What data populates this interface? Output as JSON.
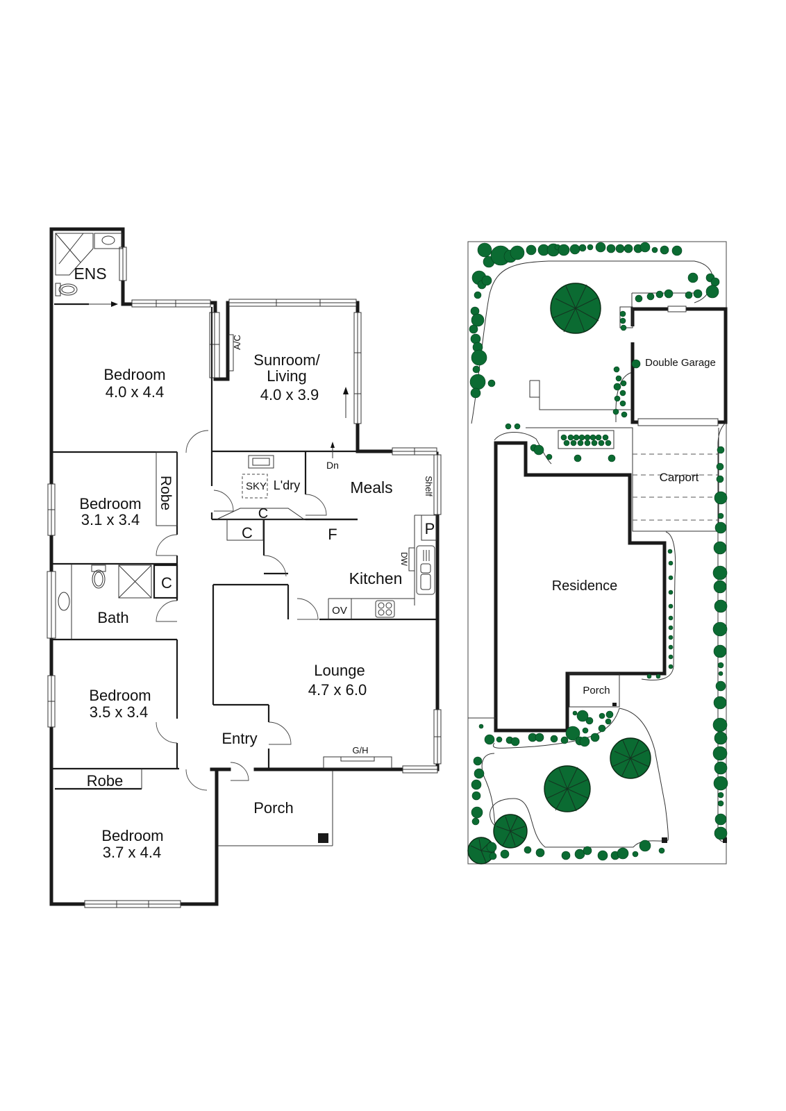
{
  "floor_plan": {
    "rooms": {
      "ensuite": {
        "label": "ENS"
      },
      "bedroom_master": {
        "label": "Bedroom",
        "size": "4.0 x 4.4"
      },
      "sunroom": {
        "label_line1": "Sunroom/",
        "label_line2": "Living",
        "size": "4.0 x 3.9"
      },
      "ac": {
        "label": "A/C"
      },
      "bedroom_2": {
        "label": "Bedroom",
        "size": "3.1 x 3.4"
      },
      "robe_2": {
        "label": "Robe"
      },
      "laundry": {
        "label": "L'dry"
      },
      "skylight": {
        "label": "SKY"
      },
      "cupboard_laundry": {
        "label": "C"
      },
      "cupboard_hall": {
        "label": "C"
      },
      "cupboard_bath": {
        "label": "C"
      },
      "fridge": {
        "label": "F"
      },
      "meals": {
        "label": "Meals"
      },
      "down": {
        "label": "Dn"
      },
      "shelf": {
        "label": "Shelf"
      },
      "pantry": {
        "label": "P"
      },
      "dishwasher": {
        "label": "DW"
      },
      "kitchen": {
        "label": "Kitchen"
      },
      "oven": {
        "label": "OV"
      },
      "bath": {
        "label": "Bath"
      },
      "bedroom_3": {
        "label": "Bedroom",
        "size": "3.5 x 3.4"
      },
      "lounge": {
        "label": "Lounge",
        "size": "4.7 x 6.0"
      },
      "gas_heater": {
        "label": "G/H"
      },
      "entry": {
        "label": "Entry"
      },
      "robe_4": {
        "label": "Robe"
      },
      "bedroom_4": {
        "label": "Bedroom",
        "size": "3.7 x 4.4"
      },
      "porch": {
        "label": "Porch"
      }
    }
  },
  "site_plan": {
    "areas": {
      "garage": {
        "label": "Double Garage"
      },
      "carport": {
        "label": "Carport"
      },
      "residence": {
        "label": "Residence"
      },
      "porch": {
        "label": "Porch"
      }
    },
    "colors": {
      "vegetation": "#0b6b32",
      "vegetation_outline": "#063d1c",
      "walls": "#1a1a1a"
    }
  }
}
